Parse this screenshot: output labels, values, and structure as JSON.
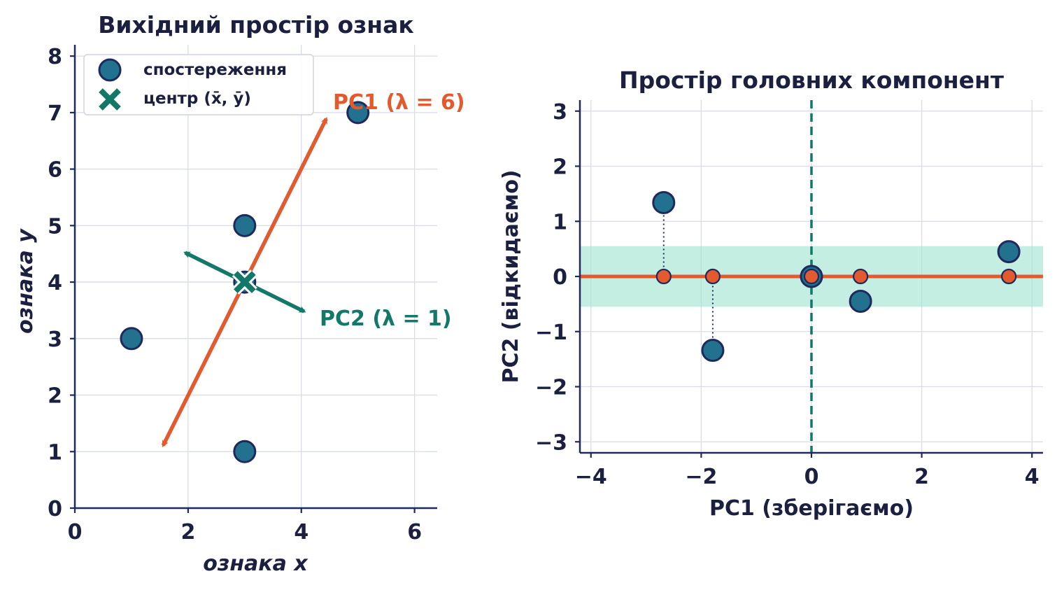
{
  "colors": {
    "point_fill": "#21718f",
    "point_edge": "#1f2a5c",
    "pc1": "#e25a2e",
    "pc2": "#137868",
    "band": "#9fe3cf",
    "text": "#1b2040",
    "grid": "#d9dce6"
  },
  "chart_data": [
    {
      "type": "scatter",
      "title": "Вихідний простір ознак",
      "xlabel": "ознака x",
      "ylabel": "ознака y",
      "xlim": [
        0,
        6.4
      ],
      "ylim": [
        0,
        8.2
      ],
      "xticks": [
        0,
        2,
        4,
        6
      ],
      "yticks": [
        0,
        1,
        2,
        3,
        4,
        5,
        6,
        7,
        8
      ],
      "grid": true,
      "legend_position": "top-left",
      "legend": [
        {
          "label": "спостереження",
          "marker": "circle"
        },
        {
          "label": "центр (x̄, ȳ)",
          "marker": "x"
        }
      ],
      "points": [
        {
          "x": 1,
          "y": 3
        },
        {
          "x": 3,
          "y": 1
        },
        {
          "x": 3,
          "y": 5
        },
        {
          "x": 5,
          "y": 7
        },
        {
          "x": 3,
          "y": 4
        }
      ],
      "center": {
        "x": 3,
        "y": 4
      },
      "arrows": [
        {
          "name": "PC1",
          "label": "PC1 (λ = 6)",
          "from": [
            1.56,
            1.11
          ],
          "to": [
            4.44,
            6.89
          ],
          "bidirectional": true
        },
        {
          "name": "PC2",
          "label": "PC2 (λ = 1)",
          "from": [
            1.95,
            4.52
          ],
          "to": [
            4.05,
            3.48
          ],
          "bidirectional": true
        }
      ]
    },
    {
      "type": "scatter",
      "title": "Простір головних компонент",
      "xlabel": "PC1  (зберігаємо)",
      "ylabel": "PC2  (відкидаємо)",
      "xlim": [
        -4.2,
        4.2
      ],
      "ylim": [
        -3.2,
        3.2
      ],
      "xticks": [
        -4,
        -2,
        0,
        2,
        4
      ],
      "yticks": [
        -3,
        -2,
        -1,
        0,
        1,
        2,
        3
      ],
      "xtick_labels": [
        "−4",
        "−2",
        "0",
        "2",
        "4"
      ],
      "ytick_labels": [
        "−3",
        "−2",
        "−1",
        "0",
        "1",
        "2",
        "3"
      ],
      "grid": true,
      "band_pc2": [
        -0.55,
        0.55
      ],
      "points": [
        {
          "x": -2.68,
          "y": 1.34
        },
        {
          "x": -1.79,
          "y": -1.34
        },
        {
          "x": 0.0,
          "y": 0.0
        },
        {
          "x": 0.89,
          "y": -0.45
        },
        {
          "x": 3.58,
          "y": 0.45
        }
      ],
      "projections": [
        {
          "x": -2.68,
          "y": 0
        },
        {
          "x": -1.79,
          "y": 0
        },
        {
          "x": 0.0,
          "y": 0
        },
        {
          "x": 0.89,
          "y": 0
        },
        {
          "x": 3.58,
          "y": 0
        }
      ],
      "pc1_line_y": 0,
      "pc2_dashed_x": 0
    }
  ]
}
